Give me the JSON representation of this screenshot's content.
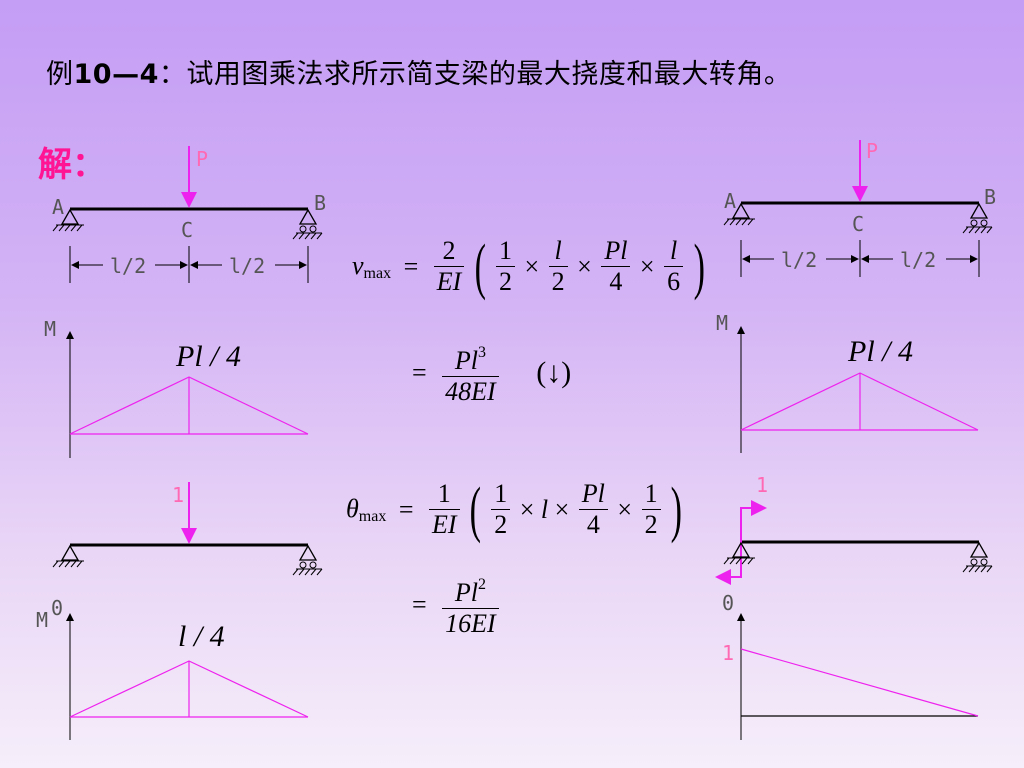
{
  "title": {
    "prefix": "例",
    "num": "10—4",
    "text": "：试用图乘法求所示简支梁的最大挠度和最大转角。"
  },
  "solution_label": "解：",
  "left_diagram": {
    "load_label": "P",
    "a": "A",
    "b": "B",
    "c": "C",
    "dim_left": "l/2",
    "dim_right": "l/2",
    "m_axis": "M",
    "m_peak": "Pl / 4",
    "unit_load": "1",
    "m0_axis": "M",
    "m0_sup": "0",
    "m0_peak": "l / 4"
  },
  "right_diagram": {
    "load_label": "P",
    "a": "A",
    "b": "B",
    "c": "C",
    "dim_left": "l/2",
    "dim_right": "l/2",
    "m_axis": "M",
    "m_peak": "Pl / 4",
    "unit_moment": "1",
    "m0_axis": "0",
    "m0_value": "1"
  },
  "eq1": {
    "lhs": "v",
    "lhs_sub": "max",
    "eq": "=",
    "f1n": "2",
    "f1d": "EI",
    "a_n": "1",
    "a_d": "2",
    "times": "×",
    "b_n": "l",
    "b_d": "2",
    "c_n": "Pl",
    "c_d": "4",
    "d_n": "l",
    "d_d": "6"
  },
  "eq2": {
    "eq": "=",
    "n": "Pl",
    "n_sup": "3",
    "d": "48EI",
    "dir": "(↓)"
  },
  "eq3": {
    "lhs": "θ",
    "lhs_sub": "max",
    "eq": "=",
    "f1n": "1",
    "f1d": "EI",
    "a_n": "1",
    "a_d": "2",
    "times": "×",
    "b": "l",
    "c_n": "Pl",
    "c_d": "4",
    "d_n": "1",
    "d_d": "2"
  },
  "eq4": {
    "eq": "=",
    "n": "Pl",
    "n_sup": "2",
    "d": "16EI"
  },
  "colors": {
    "pink": "#ff1493",
    "magenta": "#ee22ee",
    "line": "#000000"
  }
}
